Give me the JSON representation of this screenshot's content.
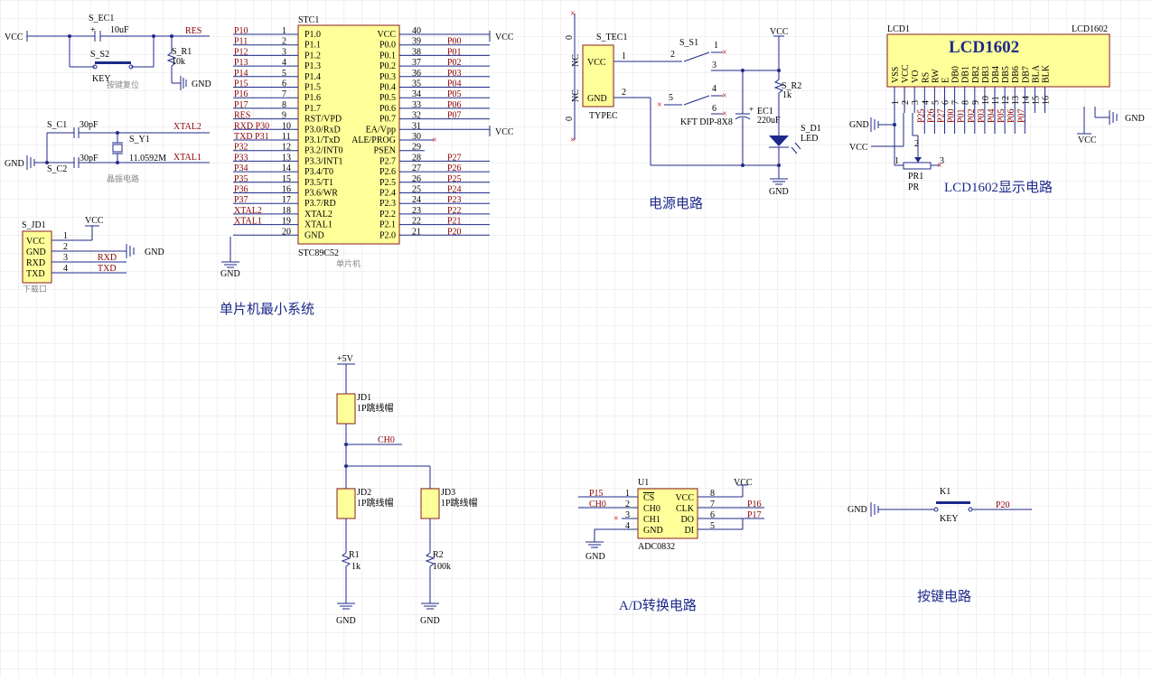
{
  "titles": {
    "mcu": "单片机最小系统",
    "power": "电源电路",
    "lcd": "LCD1602显示电路",
    "adc": "A/D转换电路",
    "key": "按键电路"
  },
  "power_nets": {
    "vcc": "VCC",
    "gnd": "GND",
    "plus5v": "+5V"
  },
  "reset": {
    "cap_ref": "S_EC1",
    "cap_val": "10uF",
    "switch_ref": "S_S2",
    "switch_val": "KEY",
    "res_ref": "S_R1",
    "res_val": "10k",
    "net": "RES",
    "caption": "按键复位"
  },
  "crystal": {
    "c1_ref": "S_C1",
    "c1_val": "30pF",
    "c2_ref": "S_C2",
    "c2_val": "30pF",
    "y_ref": "S_Y1",
    "y_val": "11.0592M",
    "net1": "XTAL2",
    "net2": "XTAL1",
    "caption": "晶振电路"
  },
  "download": {
    "ref": "S_JD1",
    "pins": [
      "VCC",
      "GND",
      "RXD",
      "TXD"
    ],
    "pin_numbers": [
      "1",
      "2",
      "3",
      "4"
    ],
    "nets": [
      "RXD",
      "TXD"
    ],
    "caption": "下载口"
  },
  "mcu": {
    "ref": "STC1",
    "part": "STC89C52",
    "caption": "单片机",
    "left_pins": [
      {
        "num": "1",
        "name": "P1.0",
        "net": "P10"
      },
      {
        "num": "2",
        "name": "P1.1",
        "net": "P11"
      },
      {
        "num": "3",
        "name": "P1.2",
        "net": "P12"
      },
      {
        "num": "4",
        "name": "P1.3",
        "net": "P13"
      },
      {
        "num": "5",
        "name": "P1.4",
        "net": "P14"
      },
      {
        "num": "6",
        "name": "P1.5",
        "net": "P15"
      },
      {
        "num": "7",
        "name": "P1.6",
        "net": "P16"
      },
      {
        "num": "8",
        "name": "P1.7",
        "net": "P17"
      },
      {
        "num": "9",
        "name": "RST/VPD",
        "net": "RES"
      },
      {
        "num": "10",
        "name": "P3.0/RxD",
        "net": "RXD P30"
      },
      {
        "num": "11",
        "name": "P3.1/TxD",
        "net": "TXD P31"
      },
      {
        "num": "12",
        "name": "P3.2/INT0",
        "net": "P32"
      },
      {
        "num": "13",
        "name": "P3.3/INT1",
        "net": "P33"
      },
      {
        "num": "14",
        "name": "P3.4/T0",
        "net": "P34"
      },
      {
        "num": "15",
        "name": "P3.5/T1",
        "net": "P35"
      },
      {
        "num": "16",
        "name": "P3.6/WR",
        "net": "P36"
      },
      {
        "num": "17",
        "name": "P3.7/RD",
        "net": "P37"
      },
      {
        "num": "18",
        "name": "XTAL2",
        "net": "XTAL2"
      },
      {
        "num": "19",
        "name": "XTAL1",
        "net": "XTAL1"
      },
      {
        "num": "20",
        "name": "GND",
        "net": ""
      }
    ],
    "right_pins": [
      {
        "num": "40",
        "name": "VCC",
        "net": "VCC"
      },
      {
        "num": "39",
        "name": "P0.0",
        "net": "P00"
      },
      {
        "num": "38",
        "name": "P0.1",
        "net": "P01"
      },
      {
        "num": "37",
        "name": "P0.2",
        "net": "P02"
      },
      {
        "num": "36",
        "name": "P0.3",
        "net": "P03"
      },
      {
        "num": "35",
        "name": "P0.4",
        "net": "P04"
      },
      {
        "num": "34",
        "name": "P0.5",
        "net": "P05"
      },
      {
        "num": "33",
        "name": "P0.6",
        "net": "P06"
      },
      {
        "num": "32",
        "name": "P0.7",
        "net": "P07"
      },
      {
        "num": "31",
        "name": "EA/Vpp",
        "net": "VCC"
      },
      {
        "num": "30",
        "name": "ALE/PROG",
        "net": ""
      },
      {
        "num": "29",
        "name": "PSEN",
        "net": ""
      },
      {
        "num": "28",
        "name": "P2.7",
        "net": "P27"
      },
      {
        "num": "27",
        "name": "P2.6",
        "net": "P26"
      },
      {
        "num": "26",
        "name": "P2.5",
        "net": "P25"
      },
      {
        "num": "25",
        "name": "P2.4",
        "net": "P24"
      },
      {
        "num": "24",
        "name": "P2.3",
        "net": "P23"
      },
      {
        "num": "23",
        "name": "P2.2",
        "net": "P22"
      },
      {
        "num": "22",
        "name": "P2.1",
        "net": "P21"
      },
      {
        "num": "21",
        "name": "P2.0",
        "net": "P20"
      }
    ]
  },
  "power": {
    "conn_ref": "S_TEC1",
    "conn_part": "TYPEC",
    "conn_pins": [
      "VCC",
      "GND"
    ],
    "conn_nc": [
      "NC",
      "NC"
    ],
    "conn_zero": [
      "0",
      "0"
    ],
    "conn_pin_numbers": [
      "1",
      "2"
    ],
    "switch_ref": "S_S1",
    "switch_part": "KFT DIP-8X8",
    "switch_pins": [
      "1",
      "2",
      "3",
      "4",
      "5",
      "6"
    ],
    "cap_ref": "EC1",
    "cap_val": "220uF",
    "res_ref": "S_R2",
    "res_val": "1k",
    "led_ref": "S_D1",
    "led_val": "LED"
  },
  "lcd": {
    "ref": "LCD1",
    "part": "LCD1602",
    "title": "LCD1602",
    "pins": [
      "VSS",
      "VCC",
      "VO",
      "RS",
      "RW",
      "E",
      "DB0",
      "DB1",
      "DB2",
      "DB3",
      "DB4",
      "DB5",
      "DB6",
      "DB7",
      "BLA",
      "BLK"
    ],
    "pin_numbers": [
      "1",
      "2",
      "3",
      "4",
      "5",
      "6",
      "7",
      "8",
      "9",
      "10",
      "11",
      "12",
      "13",
      "14",
      "15",
      "16"
    ],
    "nets": [
      "P25",
      "P26",
      "P27",
      "P00",
      "P01",
      "P02",
      "P03",
      "P04",
      "P05",
      "P06",
      "P07"
    ],
    "pot_ref": "PR1",
    "pot_val": "PR",
    "pot_pins": [
      "1",
      "2",
      "3"
    ]
  },
  "jumper": {
    "jd1_ref": "JD1",
    "jd1_val": "1P跳线帽",
    "jd2_ref": "JD2",
    "jd2_val": "1P跳线帽",
    "jd3_ref": "JD3",
    "jd3_val": "1P跳线帽",
    "net": "CH0",
    "r1_ref": "R1",
    "r1_val": "1k",
    "r2_ref": "R2",
    "r2_val": "100k"
  },
  "adc": {
    "ref": "U1",
    "part": "ADC0832",
    "left_pins": [
      {
        "num": "1",
        "name": "CS",
        "net": "P15"
      },
      {
        "num": "2",
        "name": "CH0",
        "net": "CH0"
      },
      {
        "num": "3",
        "name": "CH1",
        "net": ""
      },
      {
        "num": "4",
        "name": "GND",
        "net": ""
      }
    ],
    "right_pins": [
      {
        "num": "8",
        "name": "VCC",
        "net": "VCC"
      },
      {
        "num": "7",
        "name": "CLK",
        "net": "P16"
      },
      {
        "num": "6",
        "name": "DO",
        "net": "P17"
      },
      {
        "num": "5",
        "name": "DI",
        "net": ""
      }
    ]
  },
  "key": {
    "ref": "K1",
    "val": "KEY",
    "net": "P20"
  }
}
